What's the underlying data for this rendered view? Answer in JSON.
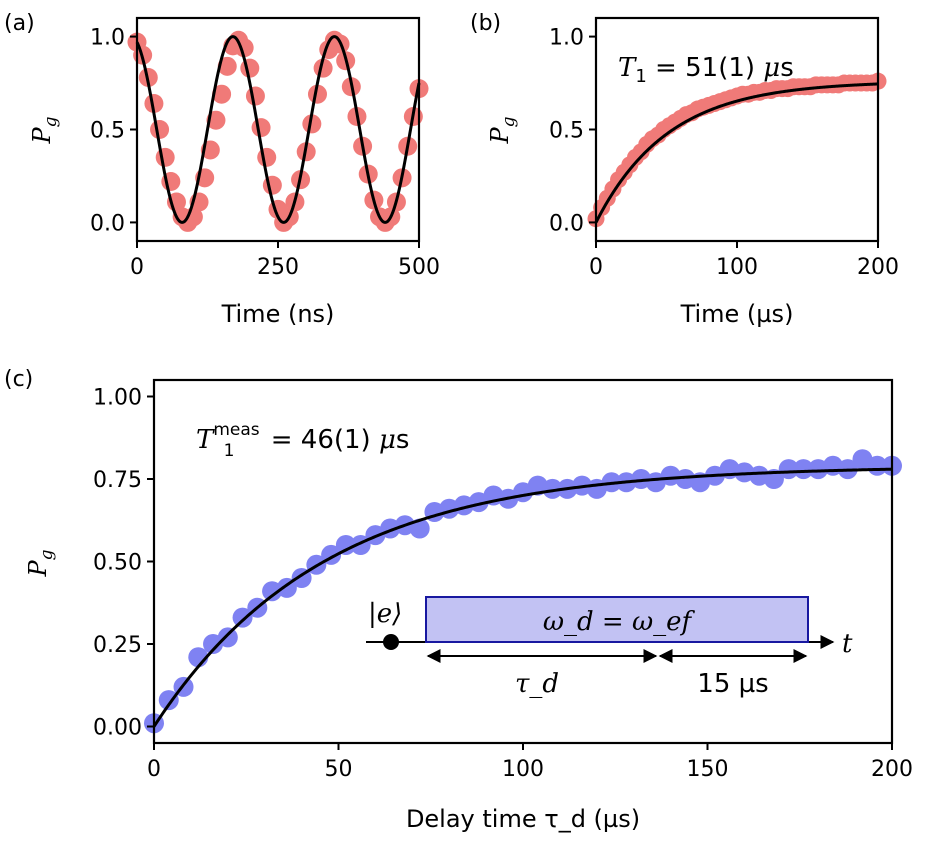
{
  "colors": {
    "ab_points": "#f07a78",
    "c_points": "#7f82f2",
    "fit": "#000000",
    "pulse_fill": "#c2c2f3",
    "pulse_edge": "#1818a0"
  },
  "chart_data": [
    {
      "panel": "(a)",
      "type": "scatter",
      "xlabel": "Time (ns)",
      "ylabel": "P_g",
      "xlim": [
        0,
        500
      ],
      "ylim": [
        -0.1,
        1.1
      ],
      "xticks": [
        0,
        250,
        500
      ],
      "xtick_labels": [
        "0",
        "250",
        "500"
      ],
      "yticks": [
        0.0,
        0.5,
        1.0
      ],
      "ytick_labels": [
        "0.0",
        "0.5",
        "1.0"
      ],
      "annotation": "",
      "series": [
        {
          "kind": "data",
          "x": [
            0,
            10,
            20,
            30,
            40,
            50,
            60,
            70,
            80,
            90,
            100,
            110,
            120,
            130,
            140,
            150,
            160,
            170,
            180,
            190,
            200,
            210,
            220,
            230,
            240,
            250,
            260,
            270,
            280,
            290,
            300,
            310,
            320,
            330,
            340,
            350,
            360,
            370,
            380,
            390,
            400,
            410,
            420,
            430,
            440,
            450,
            460,
            470,
            480,
            490,
            500
          ],
          "y": [
            0.97,
            0.9,
            0.78,
            0.64,
            0.5,
            0.35,
            0.22,
            0.11,
            0.03,
            0.0,
            0.03,
            0.11,
            0.24,
            0.39,
            0.55,
            0.69,
            0.84,
            0.95,
            0.98,
            0.94,
            0.83,
            0.68,
            0.51,
            0.35,
            0.2,
            0.07,
            0.0,
            0.03,
            0.11,
            0.23,
            0.38,
            0.53,
            0.69,
            0.83,
            0.93,
            0.98,
            0.96,
            0.87,
            0.73,
            0.57,
            0.41,
            0.26,
            0.12,
            0.03,
            0.0,
            0.03,
            0.11,
            0.24,
            0.41,
            0.57,
            0.72
          ]
        },
        {
          "kind": "fit",
          "model": "0.5 + 0.5*cos(2*pi*(x-170)/180)"
        }
      ]
    },
    {
      "panel": "(b)",
      "type": "scatter",
      "xlabel": "Time (µs)",
      "ylabel": "P_g",
      "xlim": [
        0,
        200
      ],
      "ylim": [
        -0.1,
        1.1
      ],
      "xticks": [
        0,
        100,
        200
      ],
      "xtick_labels": [
        "0",
        "100",
        "200"
      ],
      "yticks": [
        0.0,
        0.5,
        1.0
      ],
      "ytick_labels": [
        "0.0",
        "0.5",
        "1.0"
      ],
      "annotation": "T_1 = 51(1) µs",
      "series": [
        {
          "kind": "data",
          "x": [
            0,
            4,
            8,
            12,
            16,
            20,
            24,
            28,
            32,
            36,
            40,
            44,
            48,
            52,
            56,
            60,
            64,
            68,
            72,
            76,
            80,
            84,
            88,
            92,
            96,
            100,
            104,
            108,
            112,
            116,
            120,
            124,
            128,
            132,
            136,
            140,
            144,
            148,
            152,
            156,
            160,
            164,
            168,
            172,
            176,
            180,
            184,
            188,
            192,
            196,
            200
          ],
          "y": [
            0.02,
            0.08,
            0.13,
            0.18,
            0.23,
            0.27,
            0.31,
            0.35,
            0.38,
            0.42,
            0.45,
            0.47,
            0.5,
            0.52,
            0.54,
            0.56,
            0.58,
            0.59,
            0.61,
            0.62,
            0.63,
            0.64,
            0.65,
            0.66,
            0.67,
            0.68,
            0.69,
            0.69,
            0.7,
            0.7,
            0.71,
            0.71,
            0.72,
            0.72,
            0.72,
            0.73,
            0.73,
            0.73,
            0.73,
            0.74,
            0.74,
            0.74,
            0.74,
            0.74,
            0.75,
            0.75,
            0.75,
            0.75,
            0.75,
            0.75,
            0.76
          ]
        },
        {
          "kind": "fit",
          "model": "0.76*(1-exp(-x/51))"
        }
      ]
    },
    {
      "panel": "(c)",
      "type": "scatter",
      "xlabel": "Delay time τ_d (µs)",
      "ylabel": "P_g",
      "xlim": [
        0,
        200
      ],
      "ylim": [
        -0.05,
        1.05
      ],
      "xticks": [
        0,
        50,
        100,
        150,
        200
      ],
      "xtick_labels": [
        "0",
        "50",
        "100",
        "150",
        "200"
      ],
      "yticks": [
        0.0,
        0.25,
        0.5,
        0.75,
        1.0
      ],
      "ytick_labels": [
        "0.00",
        "0.25",
        "0.50",
        "0.75",
        "1.00"
      ],
      "annotation": "T_1^meas = 46(1) µs",
      "series": [
        {
          "kind": "data",
          "x": [
            0,
            4,
            8,
            12,
            16,
            20,
            24,
            28,
            32,
            36,
            40,
            44,
            48,
            52,
            56,
            60,
            64,
            68,
            72,
            76,
            80,
            84,
            88,
            92,
            96,
            100,
            104,
            108,
            112,
            116,
            120,
            124,
            128,
            132,
            136,
            140,
            144,
            148,
            152,
            156,
            160,
            164,
            168,
            172,
            176,
            180,
            184,
            188,
            192,
            196,
            200
          ],
          "y": [
            0.01,
            0.08,
            0.12,
            0.21,
            0.25,
            0.27,
            0.33,
            0.36,
            0.41,
            0.42,
            0.45,
            0.49,
            0.52,
            0.55,
            0.55,
            0.58,
            0.6,
            0.61,
            0.6,
            0.65,
            0.66,
            0.67,
            0.68,
            0.7,
            0.69,
            0.71,
            0.73,
            0.72,
            0.72,
            0.73,
            0.72,
            0.74,
            0.74,
            0.75,
            0.74,
            0.76,
            0.75,
            0.74,
            0.76,
            0.78,
            0.77,
            0.76,
            0.75,
            0.78,
            0.78,
            0.78,
            0.79,
            0.78,
            0.81,
            0.79,
            0.79
          ]
        },
        {
          "kind": "fit",
          "model": "0.79*(1-exp(-x/46))"
        }
      ],
      "inset": {
        "state_label": "|e⟩",
        "pulse_label": "ω_d = ω_ef",
        "axis_label": "t",
        "delay_label": "τ_d",
        "duration_label": "15 µs"
      }
    }
  ]
}
